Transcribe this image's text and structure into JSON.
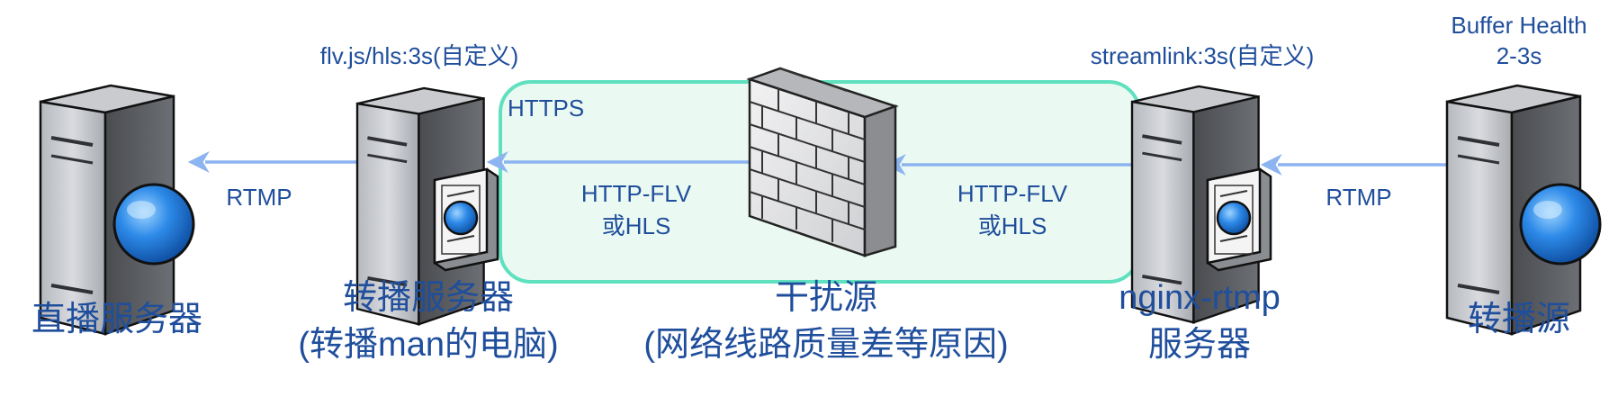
{
  "colors": {
    "text": "#1f4e9c",
    "arrow": "#8cb4f0",
    "zone_border": "#5fe0bf",
    "zone_fill": "#eaf9f1"
  },
  "nodes": {
    "live_server": {
      "icon": "server-globe-icon",
      "label": "直播服务器"
    },
    "relay_server": {
      "icon": "server-certificate-icon",
      "buffer_note": "flv.js/hls:3s(自定义)",
      "label_line1": "转播服务器",
      "label_line2": "(转播man的电脑)"
    },
    "interference": {
      "icon": "firewall-icon",
      "label_line1": "干扰源",
      "label_line2": "(网络线路质量差等原因)"
    },
    "nginx_server": {
      "icon": "server-certificate-icon",
      "buffer_note": "streamlink:3s(自定义)",
      "label_line1": "nginx-rtmp",
      "label_line2": "服务器"
    },
    "source": {
      "icon": "server-globe-icon",
      "buffer_note_line1": "Buffer Health",
      "buffer_note_line2": "2-3s",
      "label": "转播源"
    }
  },
  "zone": {
    "label": "HTTPS"
  },
  "links": [
    {
      "from": "relay_server",
      "to": "live_server",
      "label": "RTMP"
    },
    {
      "from": "interference",
      "to": "relay_server",
      "label_line1": "HTTP-FLV",
      "label_line2": "或HLS"
    },
    {
      "from": "nginx_server",
      "to": "interference",
      "label_line1": "HTTP-FLV",
      "label_line2": "或HLS"
    },
    {
      "from": "source",
      "to": "nginx_server",
      "label": "RTMP"
    }
  ]
}
